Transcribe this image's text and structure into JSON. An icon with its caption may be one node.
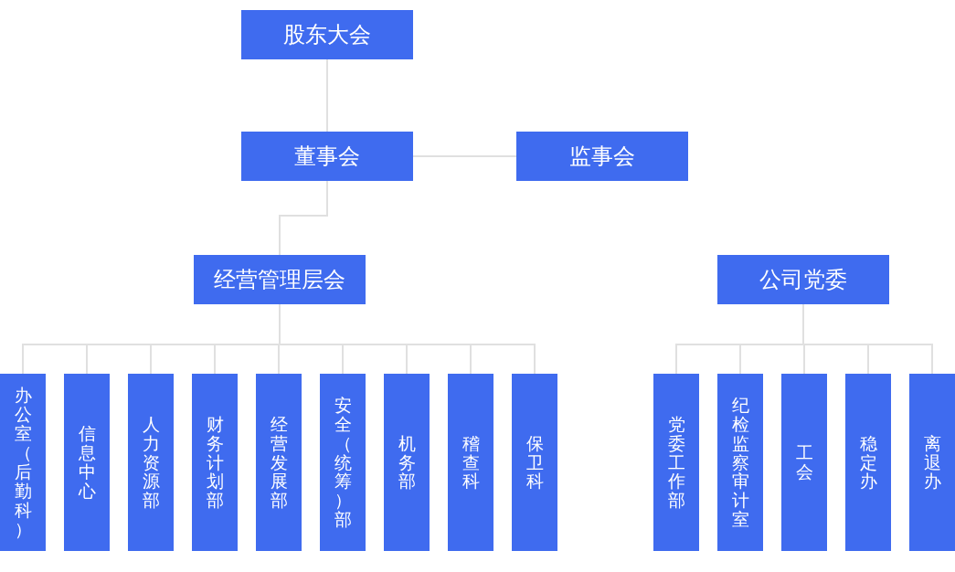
{
  "diagram": {
    "nodes": [
      {
        "text": [
          "股东大会"
        ]
      },
      {
        "text": [
          "董事会"
        ]
      },
      {
        "text": [
          "监事会"
        ]
      },
      {
        "text": [
          "经营管理层会"
        ]
      },
      {
        "text": [
          "公司党委"
        ]
      },
      {
        "text": [
          "办公室（后勤科）"
        ]
      },
      {
        "text": [
          "信息中心"
        ]
      },
      {
        "text": [
          "人力资源部"
        ]
      },
      {
        "text": [
          "财务计划部"
        ]
      },
      {
        "text": [
          "经营发展部"
        ]
      },
      {
        "text": [
          "安全（统筹）部"
        ]
      },
      {
        "text": [
          "机务部"
        ]
      },
      {
        "text": [
          "稽查科"
        ]
      },
      {
        "text": [
          "保卫科"
        ]
      },
      {
        "text": [
          "党委工作部"
        ]
      },
      {
        "text": [
          "纪检监察审计室"
        ]
      },
      {
        "text": [
          "工会"
        ]
      },
      {
        "text": [
          "稳定办"
        ]
      },
      {
        "text": [
          "离退办"
        ]
      }
    ],
    "edges": [
      {
        "from": 0,
        "to": 1,
        "arrow": "none"
      },
      {
        "from": 1,
        "to": 2,
        "arrow": "none"
      },
      {
        "from": 1,
        "to": 3,
        "arrow": "none"
      },
      {
        "from": 3,
        "to": 5,
        "arrow": "none"
      },
      {
        "from": 3,
        "to": 6,
        "arrow": "none"
      },
      {
        "from": 3,
        "to": 7,
        "arrow": "none"
      },
      {
        "from": 3,
        "to": 8,
        "arrow": "none"
      },
      {
        "from": 3,
        "to": 9,
        "arrow": "none"
      },
      {
        "from": 3,
        "to": 10,
        "arrow": "none"
      },
      {
        "from": 3,
        "to": 11,
        "arrow": "none"
      },
      {
        "from": 3,
        "to": 12,
        "arrow": "none"
      },
      {
        "from": 3,
        "to": 13,
        "arrow": "none"
      },
      {
        "from": 4,
        "to": 14,
        "arrow": "none"
      },
      {
        "from": 4,
        "to": 15,
        "arrow": "none"
      },
      {
        "from": 4,
        "to": 16,
        "arrow": "none"
      },
      {
        "from": 4,
        "to": 17,
        "arrow": "none"
      },
      {
        "from": 4,
        "to": 18,
        "arrow": "none"
      }
    ]
  }
}
